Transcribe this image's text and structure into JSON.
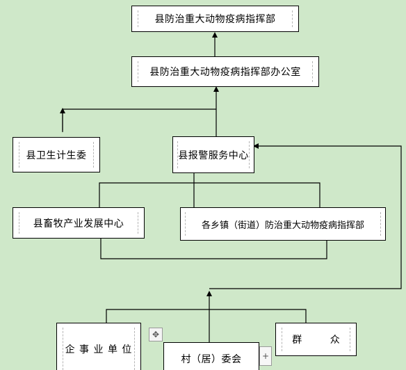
{
  "nodes": {
    "hq": "县防治重大动物疫病指挥部",
    "office": "县防治重大动物疫病指挥部办公室",
    "health_committee": "县卫生计生委",
    "alarm_center": "县报警服务中心",
    "livestock_center": "县畜牧产业发展中心",
    "township_hq": "各乡镇（街道）防治重大动物疫病指挥部",
    "enterprise": "企 事 业 单 位",
    "village_committee": "村（居）委会",
    "public": "群 众"
  },
  "icons": {
    "move_handle": "move-icon",
    "add_handle": "plus-icon"
  },
  "colors": {
    "background": "#cfe8c9",
    "box_fill": "#ffffff",
    "line": "#000000"
  }
}
